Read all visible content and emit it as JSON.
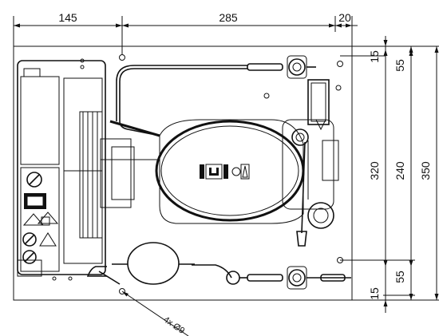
{
  "dimensions": {
    "top_left_width": "145",
    "top_middle_width": "285",
    "top_right_width": "20",
    "right_top_offset": "15",
    "right_upper_segment": "55",
    "right_middle_height": "320",
    "right_inner_height": "240",
    "right_total_height": "350",
    "right_lower_segment": "55",
    "right_bottom_offset": "15"
  },
  "callout": {
    "hole_note": "4x Ø9"
  }
}
